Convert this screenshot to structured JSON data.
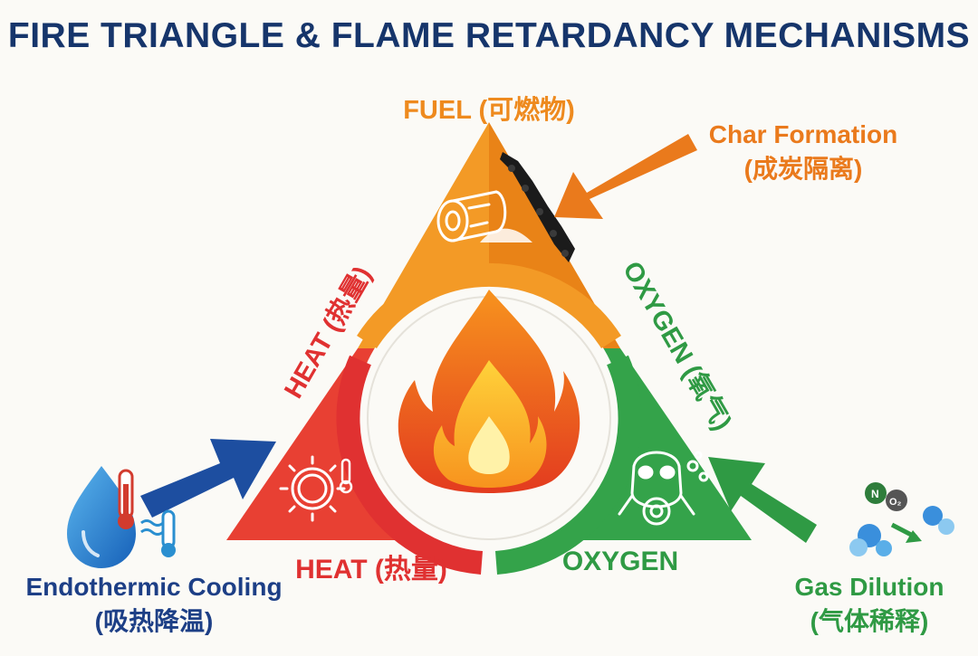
{
  "title": "FIRE TRIANGLE & FLAME RETARDANCY MECHANISMS",
  "triangle": {
    "fuel_label": "FUEL (可燃物)",
    "heat_side_label": "HEAT (热量)",
    "oxygen_side_label": "OXYGEN (氧气)",
    "heat_bottom_label": "HEAT (热量)",
    "oxygen_bottom_label": "OXYGEN"
  },
  "mechanisms": {
    "char": {
      "line1": "Char Formation",
      "line2": "(成炭隔离)"
    },
    "endothermic": {
      "line1": "Endothermic Cooling",
      "line2": "(吸热降温)"
    },
    "gas": {
      "line1": "Gas Dilution",
      "line2": "(气体稀释)"
    }
  },
  "molecule": {
    "n": "N",
    "o2": "O₂"
  },
  "icons": [
    "log-icon",
    "sun-icon",
    "thermometer-icon",
    "gas-mask-icon",
    "water-drop-icon",
    "flame-icon"
  ],
  "colors": {
    "title": "#16356b",
    "fuel": "#ee8a1e",
    "heat": "#e03131",
    "oxygen": "#2f9a44",
    "cooling_arrow": "#1d4ea0",
    "char_arrow": "#ea7a1c"
  }
}
